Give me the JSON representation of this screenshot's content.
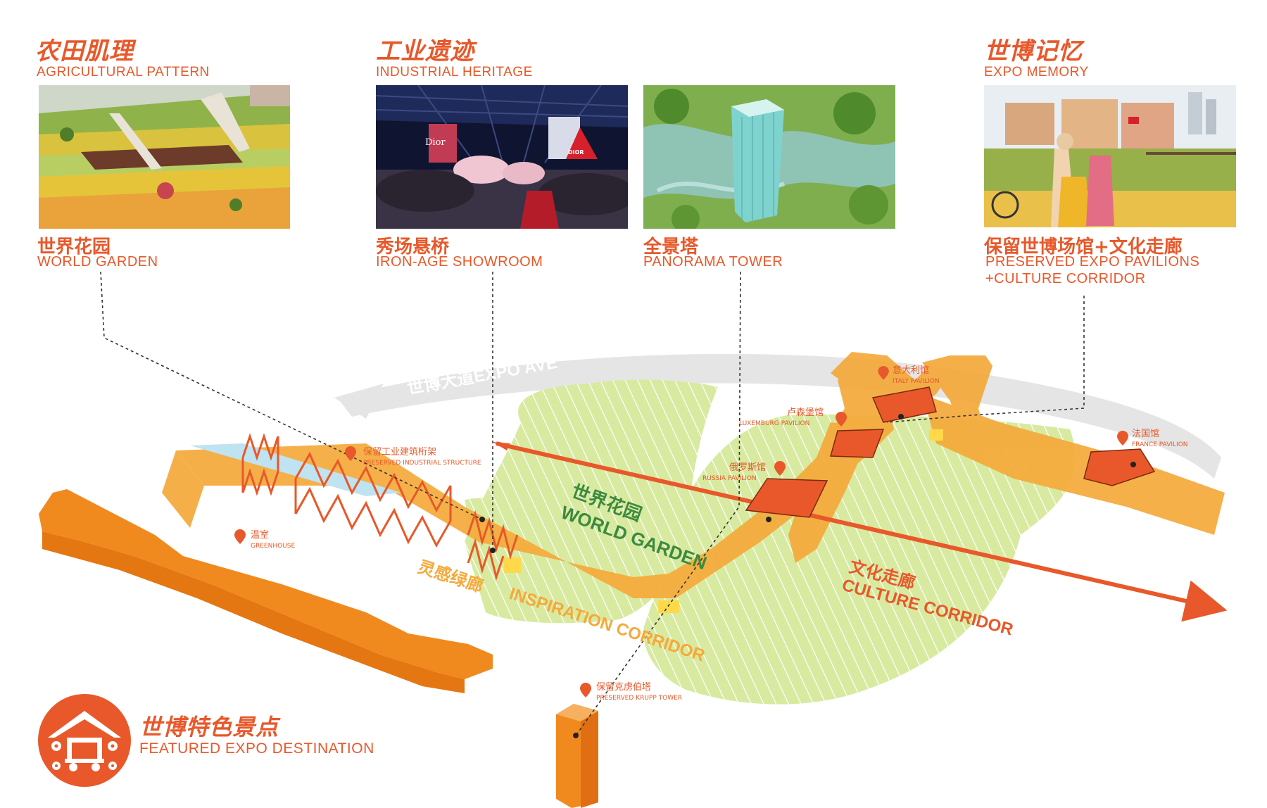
{
  "headers": {
    "agri_cn": "农田肌理",
    "agri_en": "AGRICULTURAL PATTERN",
    "ind_cn": "工业遗迹",
    "ind_en": "INDUSTRIAL HERITAGE",
    "expo_cn": "世博记忆",
    "expo_en": "EXPO MEMORY"
  },
  "captions": {
    "garden_cn": "世界花园",
    "garden_en": "WORLD GARDEN",
    "showroom_cn": "秀场悬桥",
    "showroom_en": "IRON-AGE SHOWROOM",
    "tower_cn": "全景塔",
    "tower_en": "PANORAMA TOWER",
    "pavilions_cn": "保留世博场馆+文化走廊",
    "pavilions_en_1": "PRESERVED EXPO PAVILIONS",
    "pavilions_en_2": "+CULTURE CORRIDOR"
  },
  "photo_text": {
    "dior": "Dior",
    "dior_banner": "DIOR"
  },
  "map": {
    "expo_ave": "世博大道EXPO AVE",
    "world_garden_cn": "世界花园",
    "world_garden_en": "WORLD GARDEN",
    "inspiration_cn": "灵感绿廊",
    "inspiration_en": "INSPIRATION CORRIDOR",
    "culture_cn": "文化走廊",
    "culture_en": "CULTURE CORRIDOR",
    "pins": {
      "italy_cn": "意大利馆",
      "italy_en": "ITALY PAVILION",
      "lux_cn": "卢森堡馆",
      "lux_en": "LUXEMBURG PAVILION",
      "france_cn": "法国馆",
      "france_en": "FRANCE PAVILION",
      "russia_cn": "俄罗斯馆",
      "russia_en": "RUSSIA PAVILION",
      "industrial_cn": "保留工业建筑桁架",
      "industrial_en": "PRESERVED INDUSTRIAL STRUCTURE",
      "greenhouse_cn": "温室",
      "greenhouse_en": "GREENHOUSE",
      "krupp_cn": "保留克虏伯塔",
      "krupp_en": "PRESERVED KRUPP TOWER"
    }
  },
  "legend": {
    "title_cn": "世博特色景点",
    "title_en": "FEATURED EXPO DESTINATION"
  },
  "colors": {
    "accent": "#e8582a",
    "orange_path": "#f5a93a",
    "building": "#f08a1e",
    "green_zone": "#d7ea9f",
    "grey_road": "#e3e3e3"
  }
}
